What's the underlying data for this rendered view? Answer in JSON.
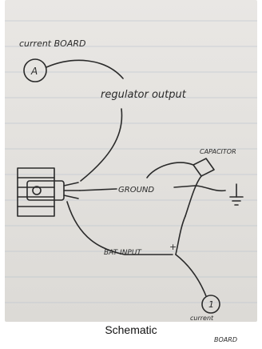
{
  "title": "Schematic",
  "labels": {
    "top_board": "current BOARD",
    "top_terminal": "A",
    "regulator_output": "regulator output",
    "capacitor": "CAPACITOR",
    "ground": "GROUND",
    "bat_input": "BAT INPUT",
    "plus": "+",
    "bottom_terminal": "1",
    "bottom_board_line1": "current",
    "bottom_board_line2": "BOARD"
  },
  "colors": {
    "ink": "#2a2a2a",
    "paper": "#e4e2df",
    "rule_line": "#b9c2cc"
  }
}
